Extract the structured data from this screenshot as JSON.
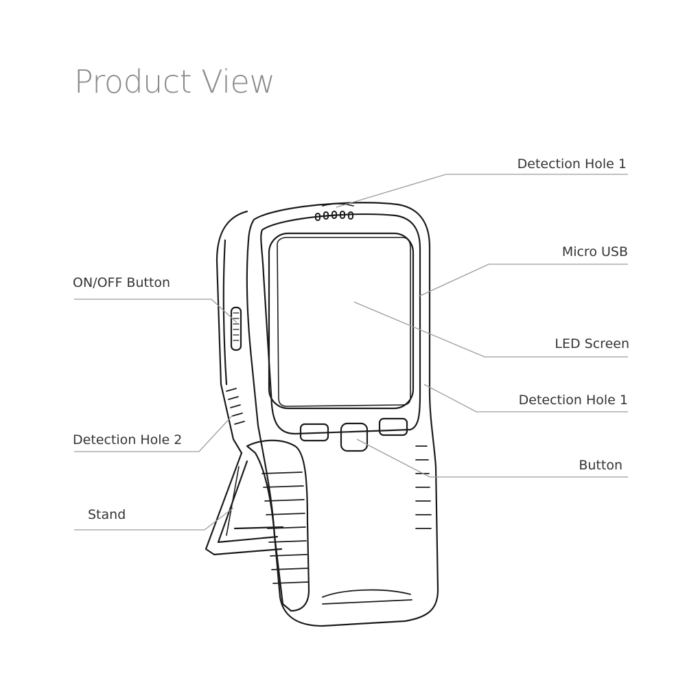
{
  "title": "Product View",
  "labels": {
    "detection_hole_1_top": "Detection Hole 1",
    "micro_usb": "Micro USB",
    "on_off_button": "ON/OFF Button",
    "led_screen": "LED Screen",
    "detection_hole_1_side": "Detection Hole 1",
    "detection_hole_2": "Detection Hole 2",
    "button": "Button",
    "stand": "Stand"
  },
  "colors": {
    "line_art": "#1a1a1a",
    "leader_lines": "#9a9a9a",
    "title": "#8a8a8a",
    "label_text": "#333333"
  }
}
